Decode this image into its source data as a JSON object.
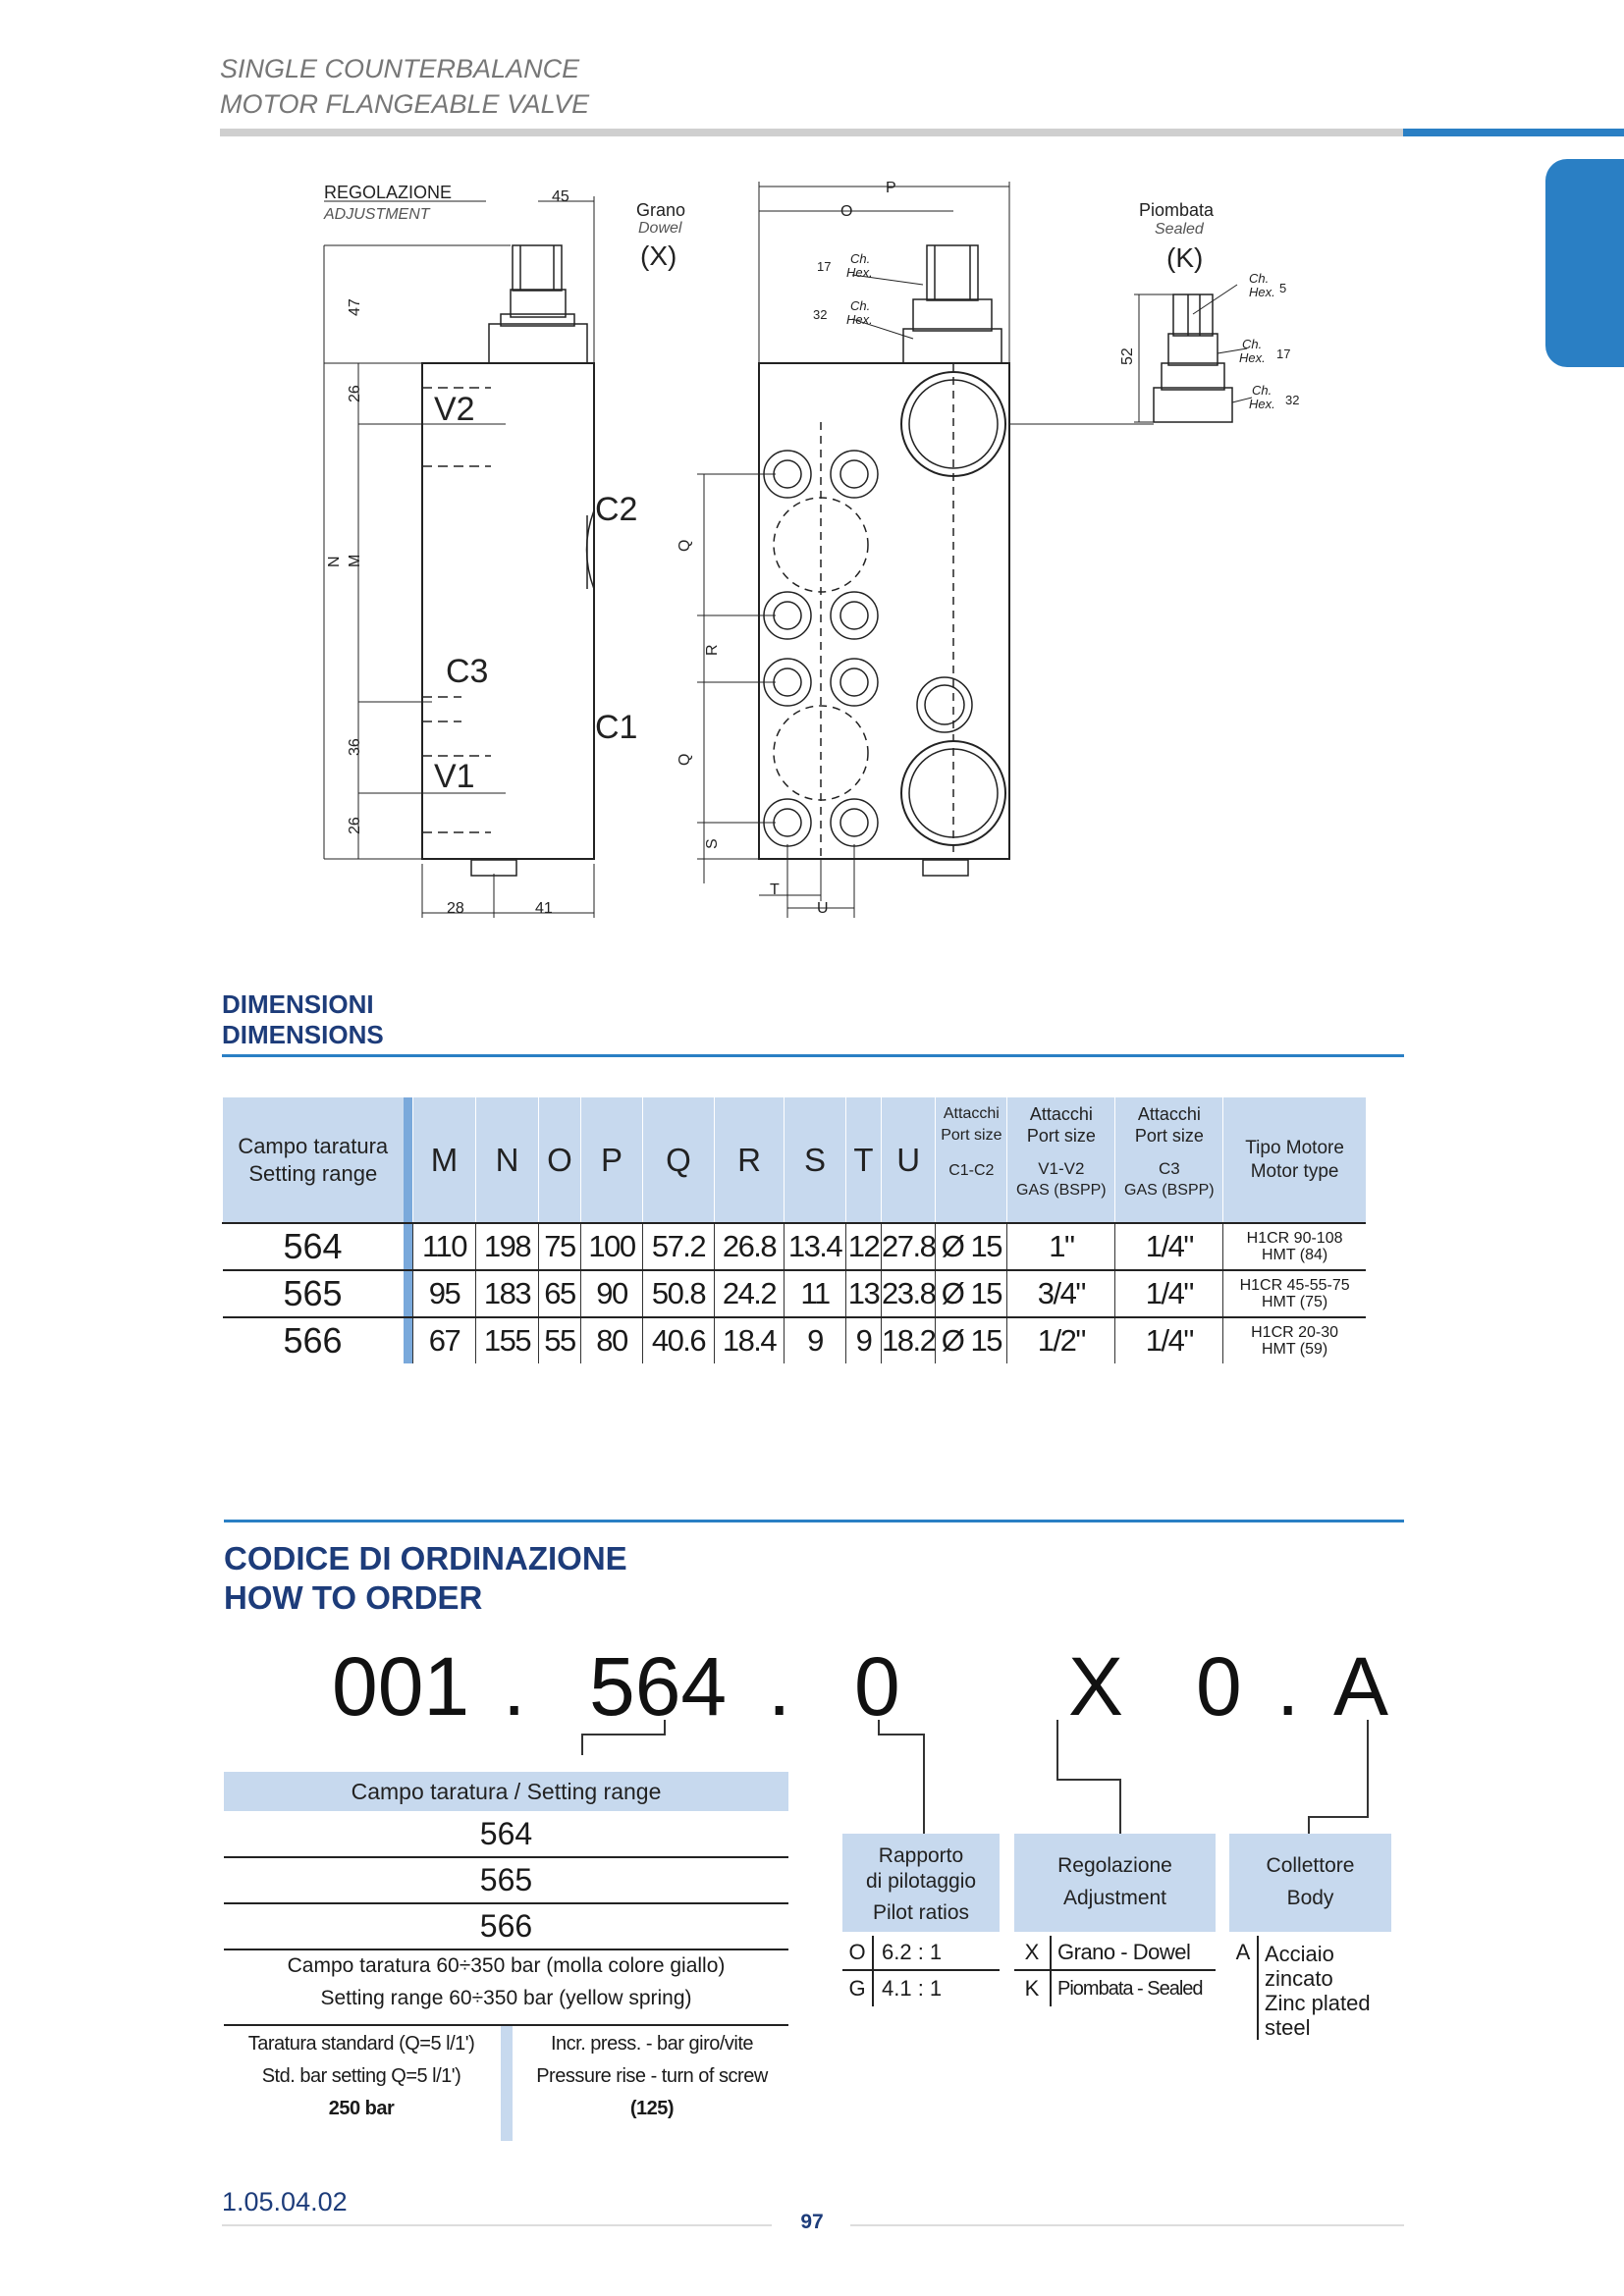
{
  "header": {
    "line1": "SINGLE COUNTERBALANCE",
    "line2": "MOTOR FLANGEABLE VALVE"
  },
  "drawing": {
    "regolazione": "REGOLAZIONE",
    "adjustment": "ADJUSTMENT",
    "grano": "Grano",
    "dowel": "Dowel",
    "x": "(X)",
    "piombata": "Piombata",
    "sealed": "Sealed",
    "k": "(K)",
    "dim45": "45",
    "dim47": "47",
    "dim26a": "26",
    "dim36": "36",
    "dim26b": "26",
    "dimN": "N",
    "dimM": "M",
    "dim28": "28",
    "dim41": "41",
    "dimP": "P",
    "dimO": "O",
    "dimQ1": "Q",
    "dimR": "R",
    "dimQ2": "Q",
    "dimS": "S",
    "dimT": "T",
    "dimU": "U",
    "dim52": "52",
    "v2": "V2",
    "c2": "C2",
    "c3": "C3",
    "c1": "C1",
    "v1": "V1",
    "ch": "Ch.",
    "hex": "Hex.",
    "n17a": "17",
    "n32a": "32",
    "n5": "5",
    "n17b": "17",
    "n32b": "32"
  },
  "dimensions": {
    "title_it": "DIMENSIONI",
    "title_en": "DIMENSIONS",
    "head": {
      "range_it": "Campo taratura",
      "range_en": "Setting range",
      "cols": [
        "M",
        "N",
        "O",
        "P",
        "Q",
        "R",
        "S",
        "T",
        "U"
      ],
      "c1c2_a": "Attacchi",
      "c1c2_b": "Port size",
      "c1c2_c": "C1-C2",
      "v1v2_a": "Attacchi",
      "v1v2_b": "Port size",
      "v1v2_c": "V1-V2",
      "v1v2_d": "GAS (BSPP)",
      "c3_a": "Attacchi",
      "c3_b": "Port size",
      "c3_c": "C3",
      "c3_d": "GAS (BSPP)",
      "motor_a": "Tipo Motore",
      "motor_b": "Motor type"
    },
    "rows": [
      {
        "range": "564",
        "vals": [
          "110",
          "198",
          "75",
          "100",
          "57.2",
          "26.8",
          "13.4",
          "12",
          "27.8"
        ],
        "c1c2": "Ø 15",
        "v1v2": "1\"",
        "c3": "1/4\"",
        "motor1": "H1CR 90-108",
        "motor2": "HMT (84)"
      },
      {
        "range": "565",
        "vals": [
          "95",
          "183",
          "65",
          "90",
          "50.8",
          "24.2",
          "11",
          "13",
          "23.8"
        ],
        "c1c2": "Ø 15",
        "v1v2": "3/4\"",
        "c3": "1/4\"",
        "motor1": "H1CR 45-55-75",
        "motor2": "HMT (75)"
      },
      {
        "range": "566",
        "vals": [
          "67",
          "155",
          "55",
          "80",
          "40.6",
          "18.4",
          "9",
          "9",
          "18.2"
        ],
        "c1c2": "Ø 15",
        "v1v2": "1/2\"",
        "c3": "1/4\"",
        "motor1": "H1CR 20-30",
        "motor2": "HMT (59)"
      }
    ]
  },
  "order": {
    "title_it": "CODICE DI ORDINAZIONE",
    "title_en": "HOW TO ORDER",
    "code": {
      "p1": "001",
      "d1": ".",
      "p2": "564",
      "d2": ".",
      "p3": "0",
      "p4": "X",
      "p5": "0",
      "d3": ".",
      "p6": "A"
    },
    "range_box": {
      "title": "Campo taratura / Setting range",
      "items": [
        "564",
        "565",
        "566"
      ],
      "note_it": "Campo taratura 60÷350 bar (molla colore giallo)",
      "note_en": "Setting range 60÷350 bar (yellow spring)",
      "std_it": "Taratura standard (Q=5 l/1')",
      "std_en": "Std. bar setting Q=5 l/1')",
      "std_val": "250 bar",
      "inc_it": "Incr. press. - bar giro/vite",
      "inc_en": "Pressure rise - turn of screw",
      "inc_val": "(125)"
    },
    "pilot": {
      "t1": "Rapporto",
      "t2": "di pilotaggio",
      "t3": "Pilot ratios",
      "rows": [
        {
          "k": "O",
          "v": "6.2 : 1"
        },
        {
          "k": "G",
          "v": "4.1 : 1"
        }
      ]
    },
    "adjust": {
      "t1": "Regolazione",
      "t2": "Adjustment",
      "rows": [
        {
          "k": "X",
          "v": "Grano - Dowel"
        },
        {
          "k": "K",
          "v": "Piombata - Sealed"
        }
      ]
    },
    "body": {
      "t1": "Collettore",
      "t2": "Body",
      "k": "A",
      "v1": "Acciaio",
      "v2": "zincato",
      "v3": "Zinc plated",
      "v4": "steel"
    }
  },
  "footer": {
    "code": "1.05.04.02",
    "page": "97"
  },
  "colors": {
    "accent": "#2a7fc4",
    "title": "#1d3c7a",
    "table_head": "#c7d9ee"
  }
}
